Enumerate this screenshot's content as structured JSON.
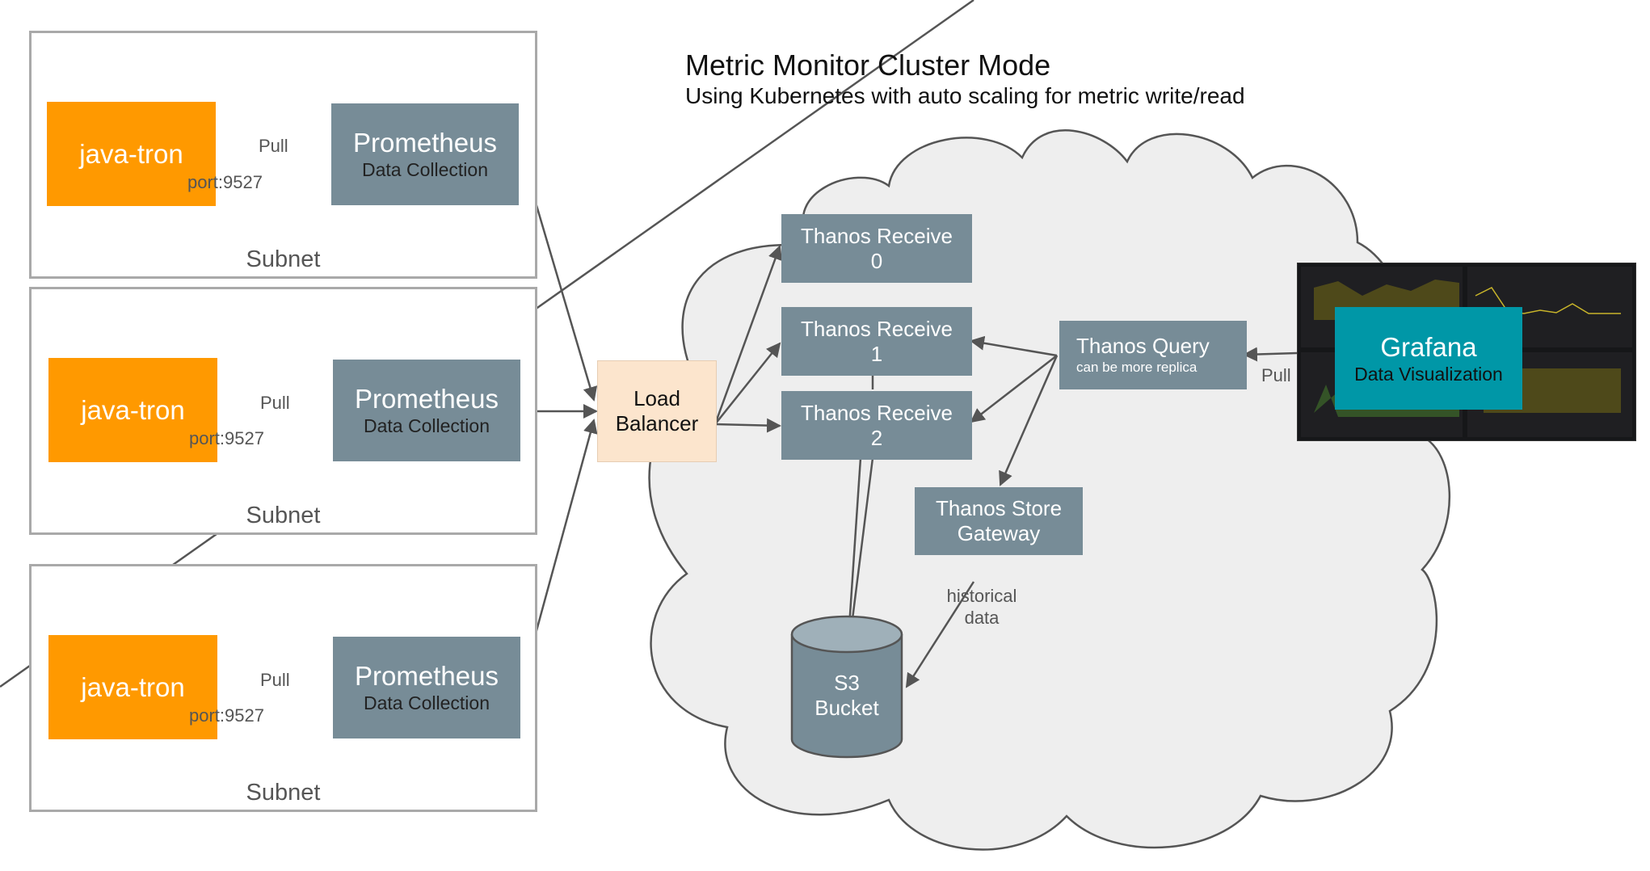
{
  "title": "Metric Monitor Cluster Mode",
  "subtitle": "Using Kubernetes with auto scaling for metric write/read",
  "subnets": [
    {
      "label": "Subnet",
      "app": "java-tron",
      "port": "port:9527",
      "pull": "Pull",
      "prometheus": "Prometheus",
      "prometheus_sub": "Data Collection"
    },
    {
      "label": "Subnet",
      "app": "java-tron",
      "port": "port:9527",
      "pull": "Pull",
      "prometheus": "Prometheus",
      "prometheus_sub": "Data Collection"
    },
    {
      "label": "Subnet",
      "app": "java-tron",
      "port": "port:9527",
      "pull": "Pull",
      "prometheus": "Prometheus",
      "prometheus_sub": "Data Collection"
    }
  ],
  "load_balancer": {
    "line1": "Load",
    "line2": "Balancer"
  },
  "receives": [
    {
      "line1": "Thanos Receive",
      "line2": "0"
    },
    {
      "line1": "Thanos Receive",
      "line2": "1"
    },
    {
      "line1": "Thanos Receive",
      "line2": "2"
    }
  ],
  "query": {
    "title": "Thanos Query",
    "sub": "can be more replica"
  },
  "store": {
    "line1": "Thanos Store",
    "line2": "Gateway"
  },
  "historical": {
    "line1": "historical",
    "line2": "data"
  },
  "bucket": {
    "line1": "S3",
    "line2": "Bucket"
  },
  "grafana": {
    "title": "Grafana",
    "sub": "Data Visualization",
    "pull": "Pull"
  },
  "colors": {
    "node": "#778c97",
    "java_tron": "#ff9900",
    "load_balancer": "#fce5cd",
    "grafana": "#0097a7",
    "cloud": "#eeeeee",
    "arrow": "#555555"
  }
}
